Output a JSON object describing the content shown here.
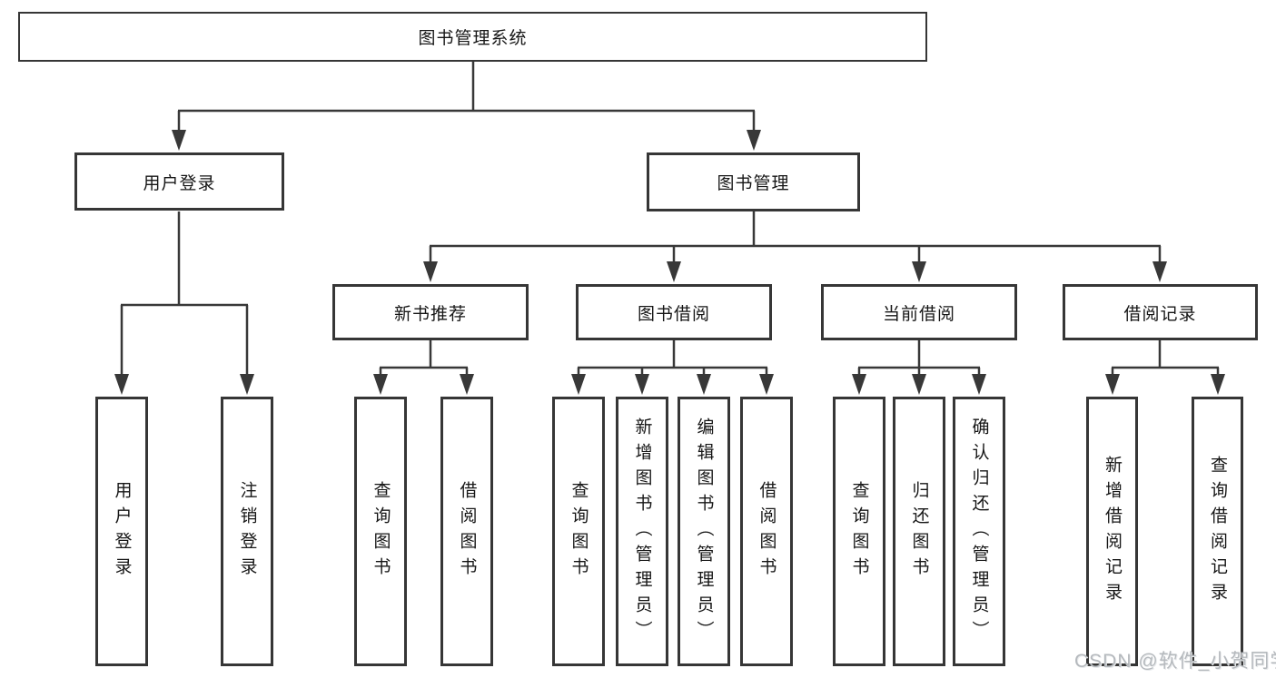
{
  "diagram": {
    "root_label": "图书管理系统",
    "branches": [
      {
        "label": "用户登录",
        "leaves": [
          "用户登录",
          "注销登录"
        ]
      },
      {
        "label": "图书管理",
        "sections": [
          {
            "label": "新书推荐",
            "leaves": [
              "查询图书",
              "借阅图书"
            ]
          },
          {
            "label": "图书借阅",
            "leaves": [
              "查询图书",
              "新增图书（管理员）",
              "编辑图书（管理员）",
              "借阅图书"
            ]
          },
          {
            "label": "当前借阅",
            "leaves": [
              "查询图书",
              "归还图书",
              "确认归还（管理员）"
            ]
          },
          {
            "label": "借阅记录",
            "leaves": [
              "新增借阅记录",
              "查询借阅记录"
            ]
          }
        ]
      }
    ]
  },
  "watermark": "CSDN @软件_小贺同学",
  "colors": {
    "line": "#383838",
    "border": "#363636",
    "text": "#161616",
    "watermark": "#b5b9bd",
    "background": "#ffffff"
  }
}
